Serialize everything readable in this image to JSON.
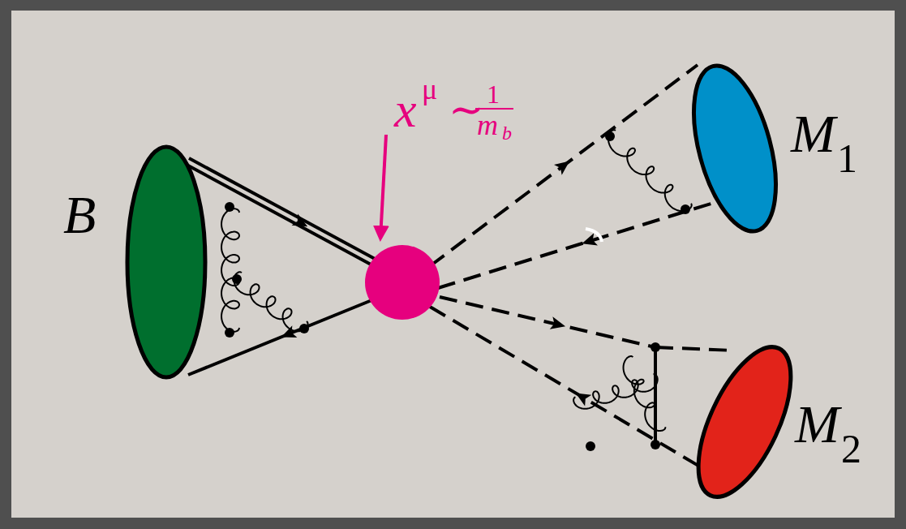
{
  "diagram": {
    "nodes": [
      {
        "text": [
          "B"
        ]
      },
      {
        "text": [
          "M",
          "1"
        ]
      },
      {
        "text": [
          "M",
          "2"
        ]
      }
    ],
    "labels": [
      "x",
      "μ",
      "∼",
      "1",
      "m",
      "b"
    ]
  }
}
